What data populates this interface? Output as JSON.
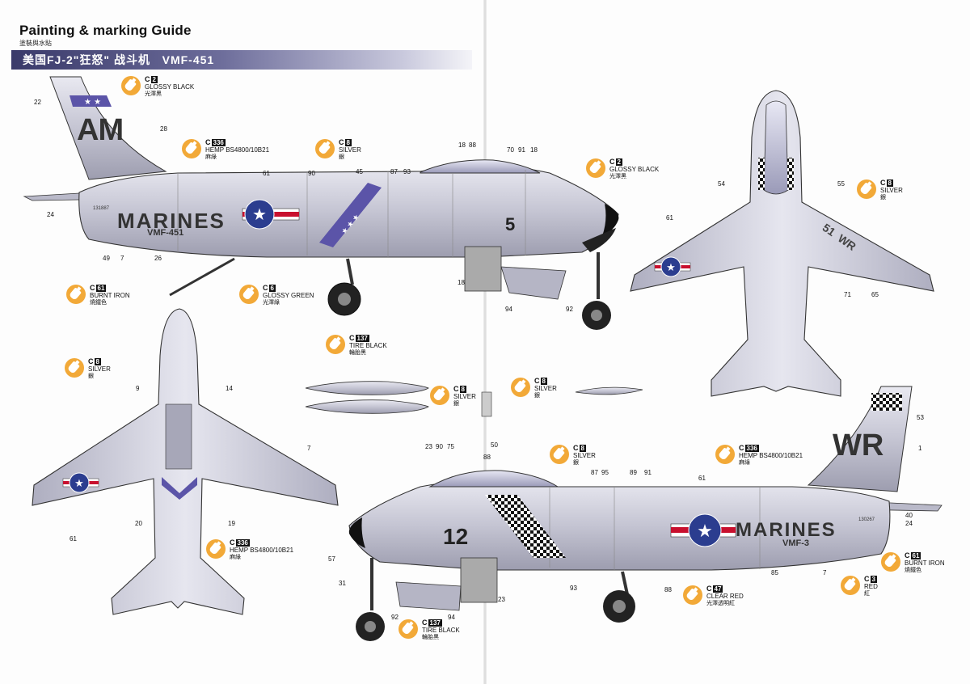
{
  "title": "Painting & marking Guide",
  "subtitle": "塗裝與水貼",
  "banner": "美国FJ-2\"狂怒\" 战斗机   VMF-451",
  "colors": {
    "accent": "#f2a938",
    "band_dark": "#3a3a6a",
    "aircraft": "#c8c8d6"
  },
  "callouts": [
    {
      "code": "C",
      "num": "2",
      "name": "GLOSSY BLACK",
      "cn": "光澤黑"
    },
    {
      "code": "C",
      "num": "336",
      "name": "HEMP BS4800/10B21",
      "cn": "麻綠"
    },
    {
      "code": "C",
      "num": "8",
      "name": "SILVER",
      "cn": "銀"
    },
    {
      "code": "C",
      "num": "2",
      "name": "GLOSSY BLACK",
      "cn": "光澤黑"
    },
    {
      "code": "C",
      "num": "8",
      "name": "SILVER",
      "cn": "銀"
    },
    {
      "code": "C",
      "num": "61",
      "name": "BURNT    IRON",
      "cn": "燒鐵色"
    },
    {
      "code": "C",
      "num": "6",
      "name": "GLOSSY GREEN",
      "cn": "光澤綠"
    },
    {
      "code": "C",
      "num": "137",
      "name": "TIRE BLACK",
      "cn": "輪胎黑"
    },
    {
      "code": "C",
      "num": "8",
      "name": "SILVER",
      "cn": "銀"
    },
    {
      "code": "C",
      "num": "8",
      "name": "SILVER",
      "cn": "銀"
    },
    {
      "code": "C",
      "num": "8",
      "name": "SILVER",
      "cn": "銀"
    },
    {
      "code": "C",
      "num": "336",
      "name": "HEMP BS4800/10B21",
      "cn": "麻綠"
    },
    {
      "code": "C",
      "num": "8",
      "name": "SILVER",
      "cn": "銀"
    },
    {
      "code": "C",
      "num": "336",
      "name": "HEMP BS4800/10B21",
      "cn": "麻綠"
    },
    {
      "code": "C",
      "num": "61",
      "name": "BURNT    IRON",
      "cn": "燒鐵色"
    },
    {
      "code": "C",
      "num": "3",
      "name": "RED",
      "cn": "紅"
    },
    {
      "code": "C",
      "num": "47",
      "name": "CLEAR RED",
      "cn": "光澤透明紅"
    },
    {
      "code": "C",
      "num": "137",
      "name": "TIRE BLACK",
      "cn": "輪胎黑"
    }
  ],
  "markings": {
    "tail_code_top": "AM",
    "tail_code_bottom": "WR",
    "fuselage_text": "MARINES",
    "squadron_top": "VMF-451",
    "squadron_bottom": "VMF-3",
    "nose_number_top": "5",
    "nose_number_bottom": "12",
    "serial_top": "131887",
    "serial_bottom": "130267",
    "wing_code": "51  WR"
  },
  "part_numbers": [
    "22",
    "28",
    "24",
    "49",
    "7",
    "26",
    "61",
    "90",
    "45",
    "87",
    "93",
    "18",
    "88",
    "70",
    "91",
    "18",
    "18",
    "94",
    "92",
    "54",
    "55",
    "61",
    "71",
    "65",
    "9",
    "14",
    "7",
    "61",
    "20",
    "19",
    "23",
    "90",
    "75",
    "50",
    "88",
    "87",
    "95",
    "89",
    "91",
    "61",
    "53",
    "1",
    "40",
    "24",
    "57",
    "31",
    "92",
    "94",
    "23",
    "93",
    "88",
    "85",
    "7"
  ]
}
